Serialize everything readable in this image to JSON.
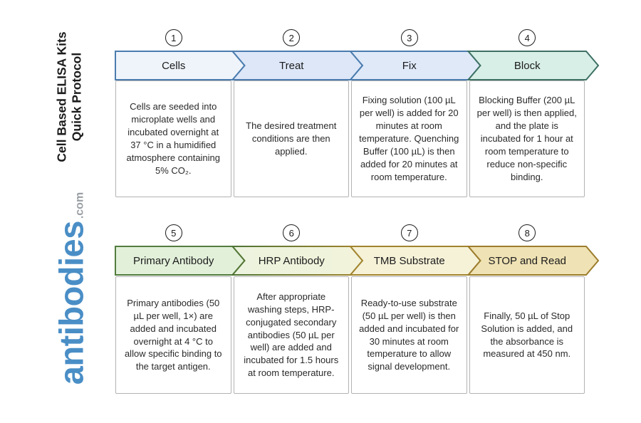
{
  "brand": {
    "title_line1": "Cell Based ELISA Kits",
    "title_line2": "Quick Protocol",
    "logo_main": "antibodies",
    "logo_suffix": ".com"
  },
  "colors": {
    "logo_blue": "#4a8ec6",
    "logo_gray": "#999fa4",
    "title_black": "#1b1b1b",
    "circle_border": "#1c1c1c",
    "box_border": "#b3b3b3"
  },
  "steps": [
    {
      "number": "1",
      "label": "Cells",
      "description": "Cells are seeded into microplate wells and incubated overnight at 37 °C in a humidified atmosphere containing 5% CO₂.",
      "fill": "#eff4fb",
      "stroke": "#4b7cae"
    },
    {
      "number": "2",
      "label": "Treat",
      "description": "The desired treatment conditions are then applied.",
      "fill": "#dde7f8",
      "stroke": "#4b7cae"
    },
    {
      "number": "3",
      "label": "Fix",
      "description": "Fixing solution (100 µL per well) is added for 20 minutes at room temperature. Quenching Buffer (100 µL) is then added for 20 minutes at room temperature.",
      "fill": "#dfe9f8",
      "stroke": "#4b7cae"
    },
    {
      "number": "4",
      "label": "Block",
      "description": "Blocking Buffer (200 µL per well) is then applied, and the plate is incubated for 1 hour at room temperature to reduce non-specific binding.",
      "fill": "#d8efe7",
      "stroke": "#3e7164"
    },
    {
      "number": "5",
      "label": "Primary Antibody",
      "description": "Primary antibodies (50 µL per well, 1×) are added and incubated overnight at 4 °C to allow specific binding to the target antigen.",
      "fill": "#e2f0da",
      "stroke": "#527c3f"
    },
    {
      "number": "6",
      "label": "HRP Antibody",
      "description": "After appropriate washing steps, HRP-conjugated secondary antibodies (50 µL per well) are added and incubated for 1.5 hours at room temperature.",
      "fill": "#ecf3de",
      "fill2": "#f2f3da",
      "stroke": "#4e7434",
      "stroke2": "#a2842e"
    },
    {
      "number": "7",
      "label": "TMB Substrate",
      "description": "Ready-to-use substrate (50 µL per well) is then added and incubated for 30 minutes at room temperature to allow signal development.",
      "fill": "#f6f2d8",
      "stroke": "#a2842e"
    },
    {
      "number": "8",
      "label": "STOP and Read",
      "description": "Finally, 50 µL of Stop Solution is added, and the absorbance is measured at 450 nm.",
      "fill": "#efe2b5",
      "stroke": "#9c7d2c"
    }
  ]
}
